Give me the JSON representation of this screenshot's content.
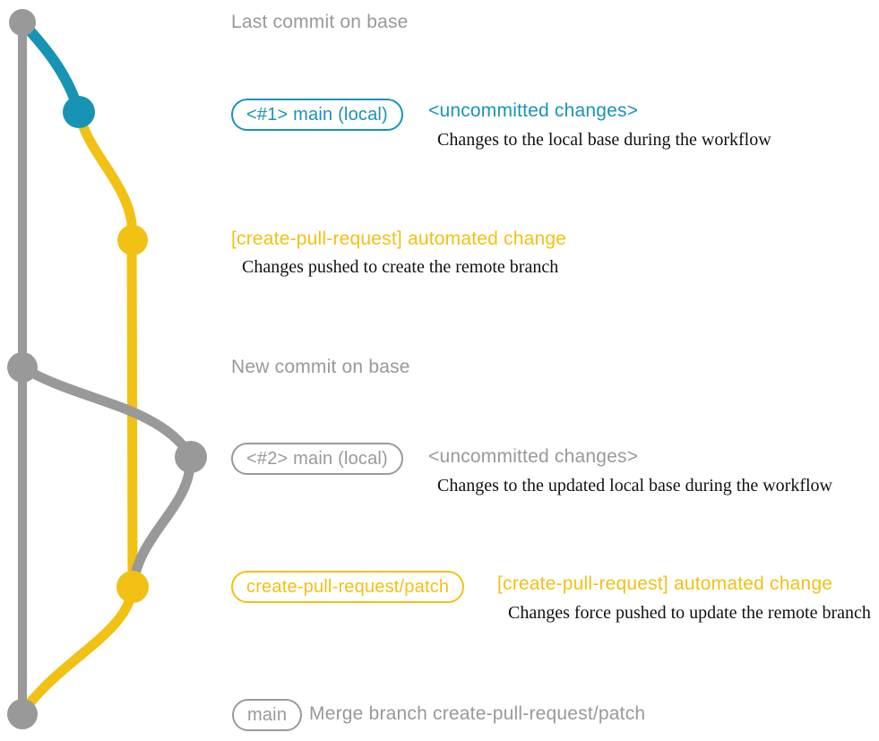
{
  "colors": {
    "teal": "#1794b4",
    "yellow": "#f1c113",
    "gray": "#999999",
    "ink": "#111111",
    "background": "#ffffff"
  },
  "graph": {
    "branches": [
      {
        "name": "base",
        "color": "#999999"
      },
      {
        "name": "main (local)",
        "color": "#1794b4"
      },
      {
        "name": "create-pull-request/patch",
        "color": "#f1c113"
      }
    ]
  },
  "rows": {
    "last_commit": {
      "label": "Last commit on base"
    },
    "main_local_1": {
      "badge": "<#1> main (local)",
      "title": "<uncommitted changes>",
      "desc": "Changes to the local base during the workflow"
    },
    "automated_change_1": {
      "title": "[create-pull-request] automated change",
      "desc": "Changes pushed to create the remote branch"
    },
    "new_commit": {
      "label": "New commit on base"
    },
    "main_local_2": {
      "badge": "<#2> main (local)",
      "title": "<uncommitted changes>",
      "desc": "Changes to the updated local base during the workflow"
    },
    "patch_branch": {
      "badge": "create-pull-request/patch",
      "title": "[create-pull-request] automated change",
      "desc": "Changes force pushed to update the remote branch"
    },
    "merge": {
      "badge": "main",
      "label": "Merge branch create-pull-request/patch"
    }
  }
}
